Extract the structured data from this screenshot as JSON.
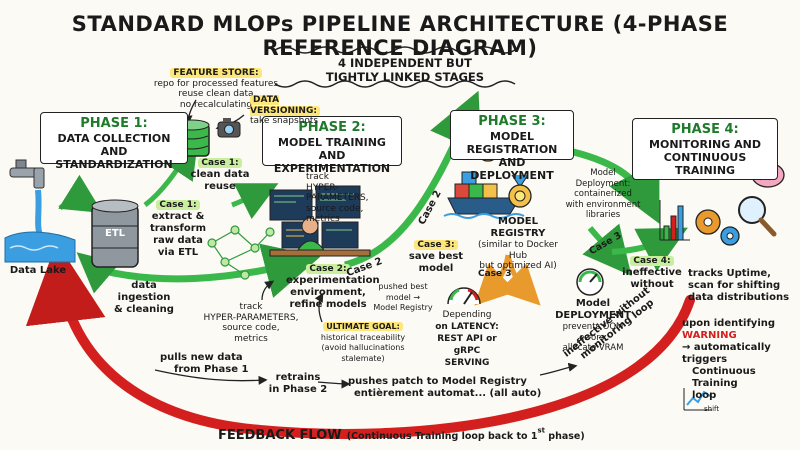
{
  "title": "STANDARD MLOPs PIPELINE ARCHITECTURE (4-PHASE REFERENCE DIAGRAM)",
  "banner": {
    "line1": "4 INDEPENDENT BUT",
    "line2": "TIGHTLY LINKED STAGES"
  },
  "phases": [
    {
      "tag": "PHASE 1:",
      "name1": "DATA COLLECTION AND",
      "name2": "STANDARDIZATION"
    },
    {
      "tag": "PHASE 2:",
      "name1": "MODEL TRAINING AND",
      "name2": "EXPERIMENTATION"
    },
    {
      "tag": "PHASE 3:",
      "name1": "MODEL REGISTRATION",
      "name2": "AND DEPLOYMENT"
    },
    {
      "tag": "PHASE 4:",
      "name1": "MONITORING AND",
      "name2": "CONTINUOUS TRAINING"
    }
  ],
  "feature_store": {
    "label": "FEATURE STORE:",
    "l1": "repo for processed features",
    "l2": "reuse clean data",
    "l3": "no recalculating"
  },
  "data_versioning": {
    "label": "DATA VERSIONING:",
    "text": "take snapshots"
  },
  "data_lake": "Data Lake",
  "etl": "ETL",
  "p1_case1a": {
    "tag": "Case 1:",
    "l1": "clean data",
    "l2": "reuse"
  },
  "p1_case1b": {
    "tag": "Case 1:",
    "l1": "extract &",
    "l2": "transform",
    "l3": "raw data",
    "l4": "via ETL"
  },
  "ingestion": {
    "l1": "data ingestion",
    "l2": "& cleaning"
  },
  "p2_track_top": {
    "l1": "track",
    "l2": "HYPER-",
    "l3": "PARAMETERS,",
    "l4": "source code,",
    "l5": "metrics"
  },
  "p2_case2": {
    "tag": "Case 2:",
    "l1": "experimentation",
    "l2": "environment,",
    "l3": "refine models"
  },
  "p2_track_bottom": {
    "l1": "track",
    "l2": "HYPER-PARAMETERS,",
    "l3": "source code,",
    "l4": "metrics"
  },
  "pushed": {
    "l1": "pushed best",
    "l2": "model →",
    "l3": "Model Registry"
  },
  "ultimate": {
    "label": "ULTIMATE GOAL:",
    "l1": "historical traceability",
    "l2": "(avoid hallucinations",
    "l3": "stalemate)"
  },
  "case2_arrow_a": "Case 2",
  "case2_arrow_b": "Case 2",
  "p3_case3": {
    "tag": "Case 3:",
    "l1": "save best",
    "l2": "model"
  },
  "registry": {
    "l1": "MODEL REGISTRY",
    "l2": "(similar to Docker Hub",
    "l3": "but optimized AI)"
  },
  "case3_small": "Case 3",
  "case3_arrow": "Case 3",
  "latency": {
    "l1": "Depending",
    "l2": "on LATENCY:",
    "l3": "REST API or",
    "l4": "gRPC SERVING"
  },
  "deployment_note": {
    "l1": "Model Deployment:",
    "l2": "containerized",
    "l3": "with environment",
    "l4": "libraries"
  },
  "model_deployment": {
    "l1": "Model",
    "l2": "DEPLOYMENT",
    "l3": "prevents OOM errors,",
    "l4": "allocate VRAM"
  },
  "p4_case4": {
    "tag": "Case 4:",
    "l1": "ineffective",
    "l2": "without"
  },
  "uptime": {
    "l1": "tracks Uptime,",
    "l2": "scan for shifting",
    "l3": "data distributions"
  },
  "warning": {
    "l1": "upon identifying",
    "l2": "WARNING",
    "l3": "→ automatically triggers",
    "l4": "Continuous Training",
    "l5": "loop"
  },
  "shift": "shift",
  "loop_notes": {
    "pulls": "pulls new data",
    "pulls2": "from Phase 1",
    "retrains": "retrains",
    "retrains2": "in Phase 2",
    "pushes": "pushes patch to Model Registry",
    "pushes2": "entièrement automat... (all auto)",
    "ineffective": "ineffective without",
    "ineffective2": "monitoring loop"
  },
  "feedback": {
    "main": "FEEDBACK FLOW",
    "sub": "(Continuous Training loop back to 1",
    "sup": "st",
    "end": " phase)"
  },
  "colors": {
    "green": "#3bb84a",
    "red": "#d3201f",
    "yellow": "#fde67a",
    "water": "#3a9ee0"
  }
}
